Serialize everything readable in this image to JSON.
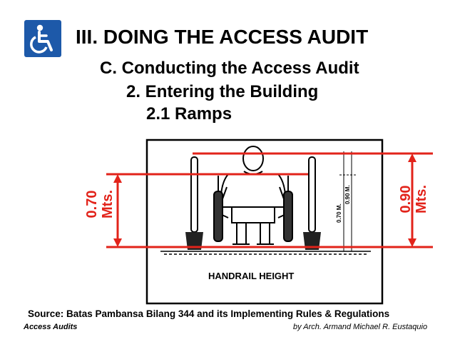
{
  "slide": {
    "title": "III. DOING THE ACCESS AUDIT",
    "subtitle": "C. Conducting the Access Audit",
    "section": "2. Entering the Building",
    "subsection": "2.1 Ramps"
  },
  "figure": {
    "caption": "HANDRAIL HEIGHT",
    "left_dimension": {
      "line1": "0.70",
      "line2": "Mts."
    },
    "right_dimension": {
      "line1": "0.90",
      "line2": "Mts."
    },
    "inner_labels": [
      "0.70 M.",
      "0.90 M."
    ]
  },
  "source": "Source: Batas Pambansa Bilang 344 and its Implementing Rules & Regulations",
  "footer": {
    "left": "Access Audits",
    "right": "by Arch. Armand Michael R. Eustaquio"
  },
  "colors": {
    "accent_red": "#e2231a",
    "logo_blue": "#1d59a9"
  },
  "icons": [
    "wheelchair-icon"
  ]
}
